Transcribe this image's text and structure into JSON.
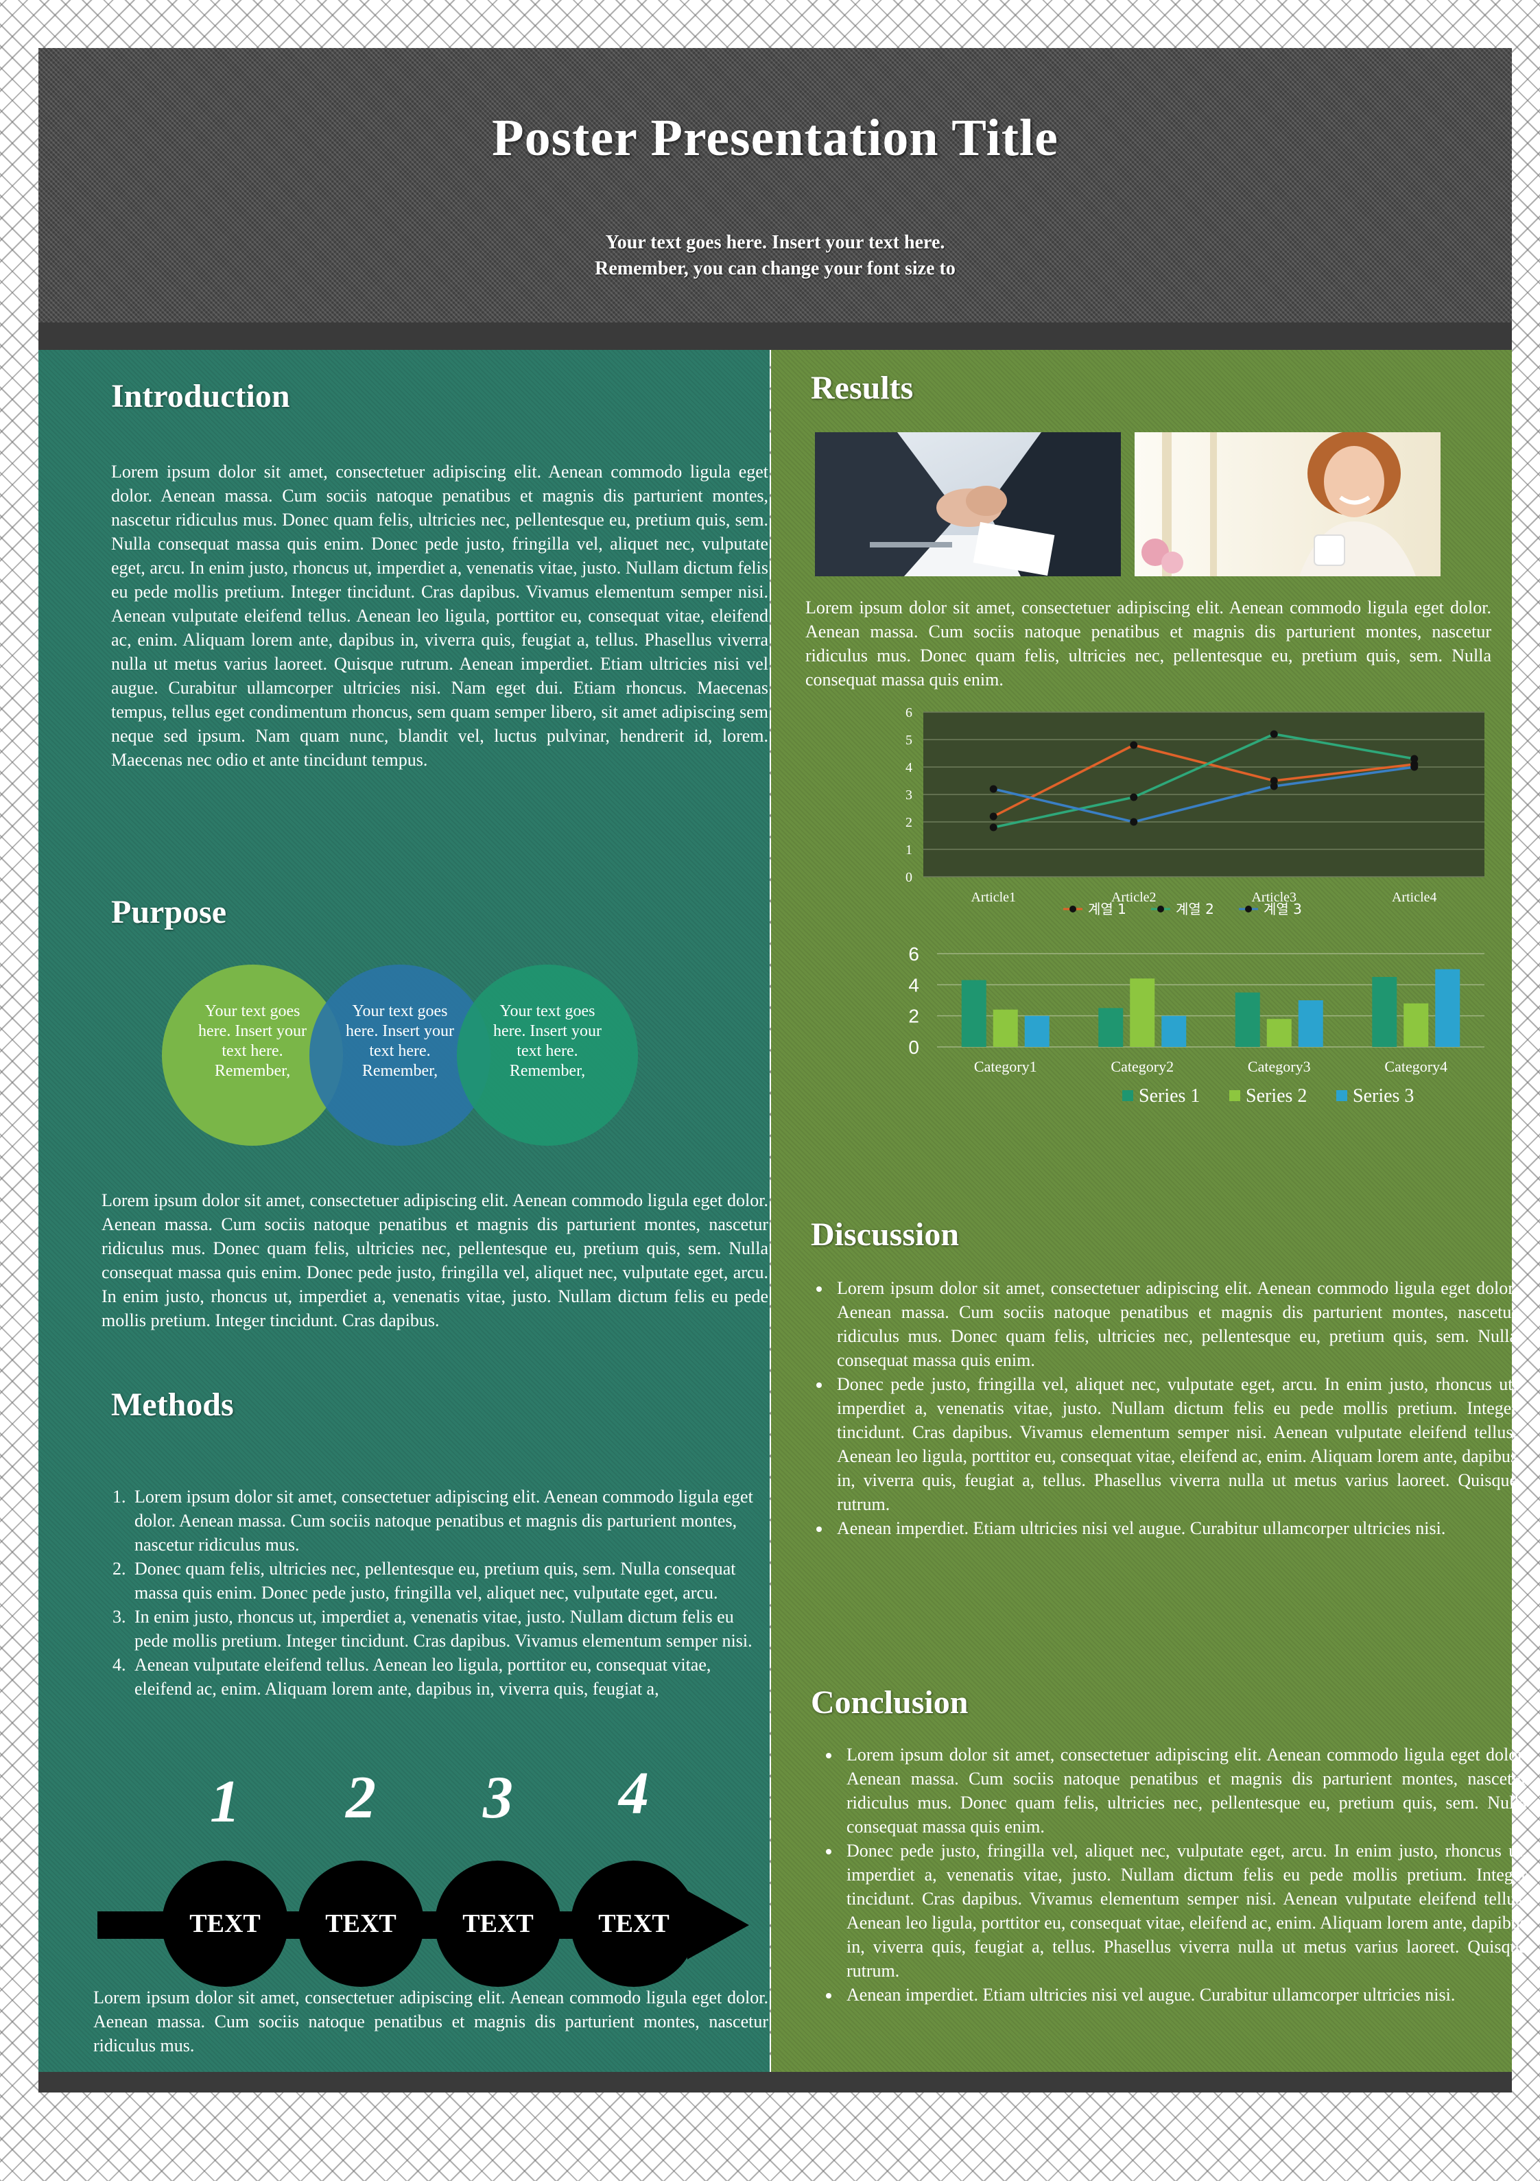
{
  "header": {
    "title": "Poster Presentation Title",
    "subtitle_line1": "Your text goes here.  Insert your text here.",
    "subtitle_line2": "Remember, you can change your font size to"
  },
  "introduction": {
    "heading": "Introduction",
    "body": "Lorem ipsum dolor sit amet, consectetuer adipiscing elit. Aenean commodo ligula eget dolor. Aenean massa. Cum sociis natoque penatibus et magnis dis parturient montes, nascetur ridiculus mus. Donec quam felis, ultricies nec, pellentesque eu, pretium quis, sem. Nulla consequat massa quis enim. Donec pede justo, fringilla vel, aliquet nec, vulputate eget, arcu. In enim justo, rhoncus ut, imperdiet a, venenatis vitae, justo. Nullam dictum felis eu pede mollis pretium. Integer tincidunt. Cras dapibus. Vivamus elementum semper nisi. Aenean vulputate eleifend tellus. Aenean leo ligula, porttitor eu, consequat vitae, eleifend ac, enim. Aliquam lorem ante, dapibus in, viverra quis, feugiat a, tellus. Phasellus viverra nulla ut metus varius laoreet. Quisque rutrum. Aenean imperdiet. Etiam ultricies nisi vel augue. Curabitur ullamcorper ultricies nisi. Nam eget dui. Etiam rhoncus. Maecenas tempus, tellus eget condimentum rhoncus, sem quam semper libero, sit amet adipiscing sem neque sed ipsum. Nam quam nunc, blandit vel, luctus pulvinar, hendrerit id, lorem. Maecenas nec odio et ante tincidunt tempus."
  },
  "purpose": {
    "heading": "Purpose",
    "circles": [
      {
        "text": "Your text goes here. Insert your text here. Remember,",
        "color": "#7ab648"
      },
      {
        "text": "Your text goes here. Insert your text here. Remember,",
        "color": "#2a74a6"
      },
      {
        "text": "Your text goes here. Insert your text here. Remember,",
        "color": "#1f9670"
      }
    ],
    "body": "Lorem ipsum dolor sit amet, consectetuer adipiscing elit. Aenean commodo ligula eget dolor. Aenean massa. Cum sociis natoque penatibus et magnis dis parturient montes, nascetur ridiculus mus. Donec quam felis, ultricies nec, pellentesque eu, pretium quis, sem. Nulla consequat massa quis enim. Donec pede justo, fringilla vel, aliquet nec, vulputate eget, arcu. In enim justo, rhoncus ut, imperdiet a, venenatis vitae, justo. Nullam dictum felis eu pede mollis pretium. Integer tincidunt. Cras dapibus."
  },
  "methods": {
    "heading": "Methods",
    "items": [
      "Lorem ipsum dolor sit amet, consectetuer adipiscing elit. Aenean commodo ligula eget dolor. Aenean massa. Cum sociis natoque penatibus et magnis dis parturient montes, nascetur ridiculus mus.",
      "Donec quam felis, ultricies nec, pellentesque eu, pretium quis, sem. Nulla consequat massa quis enim. Donec pede justo, fringilla vel, aliquet nec, vulputate eget, arcu.",
      "In enim justo, rhoncus ut, imperdiet a, venenatis vitae, justo. Nullam dictum felis eu pede mollis pretium. Integer tincidunt. Cras dapibus. Vivamus elementum semper nisi.",
      "Aenean vulputate eleifend tellus. Aenean leo ligula, porttitor eu, consequat vitae, eleifend ac, enim. Aliquam lorem ante, dapibus in, viverra quis, feugiat a,"
    ],
    "steps": [
      {
        "num": "1",
        "label": "TEXT"
      },
      {
        "num": "2",
        "label": "TEXT"
      },
      {
        "num": "3",
        "label": "TEXT"
      },
      {
        "num": "4",
        "label": "TEXT"
      }
    ],
    "body": "Lorem ipsum dolor sit amet, consectetuer adipiscing elit. Aenean commodo ligula eget dolor. Aenean massa. Cum sociis natoque penatibus et magnis dis parturient montes, nascetur ridiculus mus."
  },
  "results": {
    "heading": "Results",
    "body": "Lorem ipsum dolor sit amet, consectetuer adipiscing elit. Aenean commodo ligula eget dolor. Aenean massa. Cum sociis natoque penatibus et magnis dis parturient montes, nascetur ridiculus mus. Donec quam felis, ultricies nec, pellentesque eu, pretium quis, sem. Nulla consequat massa quis enim."
  },
  "discussion": {
    "heading": "Discussion",
    "items": [
      "Lorem ipsum dolor sit amet, consectetuer adipiscing elit. Aenean commodo ligula eget dolor. Aenean massa. Cum sociis natoque penatibus et magnis dis parturient montes, nascetur ridiculus mus. Donec quam felis, ultricies nec, pellentesque eu, pretium quis, sem. Nulla consequat massa quis enim.",
      "Donec pede justo, fringilla vel, aliquet nec, vulputate eget, arcu. In enim justo, rhoncus ut, imperdiet a, venenatis vitae, justo. Nullam dictum felis eu pede mollis pretium. Integer tincidunt. Cras dapibus. Vivamus elementum semper nisi. Aenean vulputate eleifend tellus. Aenean leo ligula, porttitor eu, consequat vitae, eleifend ac, enim. Aliquam lorem ante, dapibus in, viverra quis, feugiat a, tellus. Phasellus viverra nulla ut metus varius laoreet. Quisque rutrum.",
      "Aenean imperdiet. Etiam ultricies nisi vel augue. Curabitur ullamcorper ultricies nisi."
    ]
  },
  "conclusion": {
    "heading": "Conclusion",
    "items": [
      "Lorem ipsum dolor sit amet, consectetuer adipiscing elit. Aenean commodo ligula eget dolor. Aenean massa. Cum sociis natoque penatibus et magnis dis parturient montes, nascetur ridiculus mus. Donec quam felis, ultricies nec, pellentesque eu, pretium quis, sem. Nulla consequat massa quis enim.",
      "Donec pede justo, fringilla vel, aliquet nec, vulputate eget, arcu. In enim justo, rhoncus ut, imperdiet a, venenatis vitae, justo. Nullam dictum felis eu pede mollis pretium. Integer tincidunt. Cras dapibus. Vivamus elementum semper nisi. Aenean vulputate eleifend tellus. Aenean leo ligula, porttitor eu, consequat vitae, eleifend ac, enim. Aliquam lorem ante, dapibus in, viverra quis, feugiat a, tellus. Phasellus viverra nulla ut metus varius laoreet. Quisque rutrum.",
      "Aenean imperdiet. Etiam ultricies nisi vel augue. Curabitur ullamcorper ultricies nisi."
    ]
  },
  "chart_data": [
    {
      "type": "line",
      "categories": [
        "Article1",
        "Article2",
        "Article3",
        "Article4"
      ],
      "series": [
        {
          "name": "계열 1",
          "values": [
            2.2,
            4.8,
            3.5,
            4.1
          ],
          "color": "#e0622a"
        },
        {
          "name": "계열 2",
          "values": [
            1.8,
            2.9,
            5.2,
            4.3
          ],
          "color": "#2ea87a"
        },
        {
          "name": "계열 3",
          "values": [
            3.2,
            2.0,
            3.3,
            4.0
          ],
          "color": "#3a7fc4"
        }
      ],
      "ylim": [
        0,
        6
      ],
      "yticks": [
        0,
        1,
        2,
        3,
        4,
        5,
        6
      ],
      "grid": true,
      "legend": "bottom"
    },
    {
      "type": "bar",
      "categories": [
        "Category1",
        "Category2",
        "Category3",
        "Category4"
      ],
      "series": [
        {
          "name": "Series 1",
          "values": [
            4.3,
            2.5,
            3.5,
            4.5
          ],
          "color": "#1f9670"
        },
        {
          "name": "Series 2",
          "values": [
            2.4,
            4.4,
            1.8,
            2.8
          ],
          "color": "#8dc63f"
        },
        {
          "name": "Series 3",
          "values": [
            2.0,
            2.0,
            3.0,
            5.0
          ],
          "color": "#2ba3cf"
        }
      ],
      "ylim": [
        0,
        6
      ],
      "yticks": [
        0,
        2,
        4,
        6
      ],
      "grid": true,
      "legend": "bottom"
    }
  ]
}
